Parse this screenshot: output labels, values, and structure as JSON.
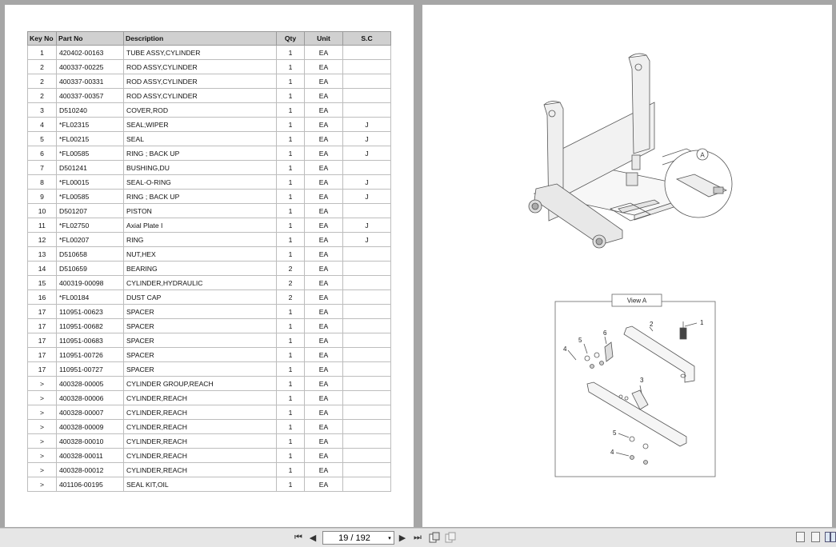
{
  "table": {
    "headers": [
      "Key No",
      "Part No",
      "Description",
      "Qty",
      "Unit",
      "S.C"
    ],
    "rows": [
      [
        "1",
        "420402-00163",
        "TUBE ASSY,CYLINDER",
        "1",
        "EA",
        ""
      ],
      [
        "2",
        "400337-00225",
        "ROD ASSY,CYLINDER",
        "1",
        "EA",
        ""
      ],
      [
        "2",
        "400337-00331",
        "ROD ASSY,CYLINDER",
        "1",
        "EA",
        ""
      ],
      [
        "2",
        "400337-00357",
        "ROD ASSY,CYLINDER",
        "1",
        "EA",
        ""
      ],
      [
        "3",
        "D510240",
        "COVER,ROD",
        "1",
        "EA",
        ""
      ],
      [
        "4",
        "*FL02315",
        "SEAL;WIPER",
        "1",
        "EA",
        "J"
      ],
      [
        "5",
        "*FL00215",
        "SEAL",
        "1",
        "EA",
        "J"
      ],
      [
        "6",
        "*FL00585",
        "RING ; BACK UP",
        "1",
        "EA",
        "J"
      ],
      [
        "7",
        "D501241",
        "BUSHING,DU",
        "1",
        "EA",
        ""
      ],
      [
        "8",
        "*FL00015",
        "SEAL-O-RING",
        "1",
        "EA",
        "J"
      ],
      [
        "9",
        "*FL00585",
        "RING ; BACK UP",
        "1",
        "EA",
        "J"
      ],
      [
        "10",
        "D501207",
        "PISTON",
        "1",
        "EA",
        ""
      ],
      [
        "11",
        "*FL02750",
        "Axial Plate I",
        "1",
        "EA",
        "J"
      ],
      [
        "12",
        "*FL00207",
        "RING",
        "1",
        "EA",
        "J"
      ],
      [
        "13",
        "D510658",
        "NUT,HEX",
        "1",
        "EA",
        ""
      ],
      [
        "14",
        "D510659",
        "BEARING",
        "2",
        "EA",
        ""
      ],
      [
        "15",
        "400319-00098",
        "CYLINDER,HYDRAULIC",
        "2",
        "EA",
        ""
      ],
      [
        "16",
        "*FL00184",
        "DUST CAP",
        "2",
        "EA",
        ""
      ],
      [
        "17",
        "110951-00623",
        "SPACER",
        "1",
        "EA",
        ""
      ],
      [
        "17",
        "110951-00682",
        "SPACER",
        "1",
        "EA",
        ""
      ],
      [
        "17",
        "110951-00683",
        "SPACER",
        "1",
        "EA",
        ""
      ],
      [
        "17",
        "110951-00726",
        "SPACER",
        "1",
        "EA",
        ""
      ],
      [
        "17",
        "110951-00727",
        "SPACER",
        "1",
        "EA",
        ""
      ],
      [
        ">",
        "400328-00005",
        "CYLINDER GROUP,REACH",
        "1",
        "EA",
        ""
      ],
      [
        ">",
        "400328-00006",
        "CYLINDER,REACH",
        "1",
        "EA",
        ""
      ],
      [
        ">",
        "400328-00007",
        "CYLINDER,REACH",
        "1",
        "EA",
        ""
      ],
      [
        ">",
        "400328-00009",
        "CYLINDER,REACH",
        "1",
        "EA",
        ""
      ],
      [
        ">",
        "400328-00010",
        "CYLINDER,REACH",
        "1",
        "EA",
        ""
      ],
      [
        ">",
        "400328-00011",
        "CYLINDER,REACH",
        "1",
        "EA",
        ""
      ],
      [
        ">",
        "400328-00012",
        "CYLINDER,REACH",
        "1",
        "EA",
        ""
      ],
      [
        ">",
        "401106-00195",
        "SEAL KIT,OIL",
        "1",
        "EA",
        ""
      ]
    ]
  },
  "diagram": {
    "callout": "A",
    "view_title": "View  A",
    "labels": [
      "1",
      "2",
      "3",
      "4",
      "5",
      "6",
      "4",
      "5"
    ]
  },
  "toolbar": {
    "page_indicator": "19 / 192",
    "dropdown_glyph": "▾",
    "first_glyph": "⏮",
    "prev_glyph": "◀",
    "next_glyph": "▶",
    "last_glyph": "⏭"
  }
}
